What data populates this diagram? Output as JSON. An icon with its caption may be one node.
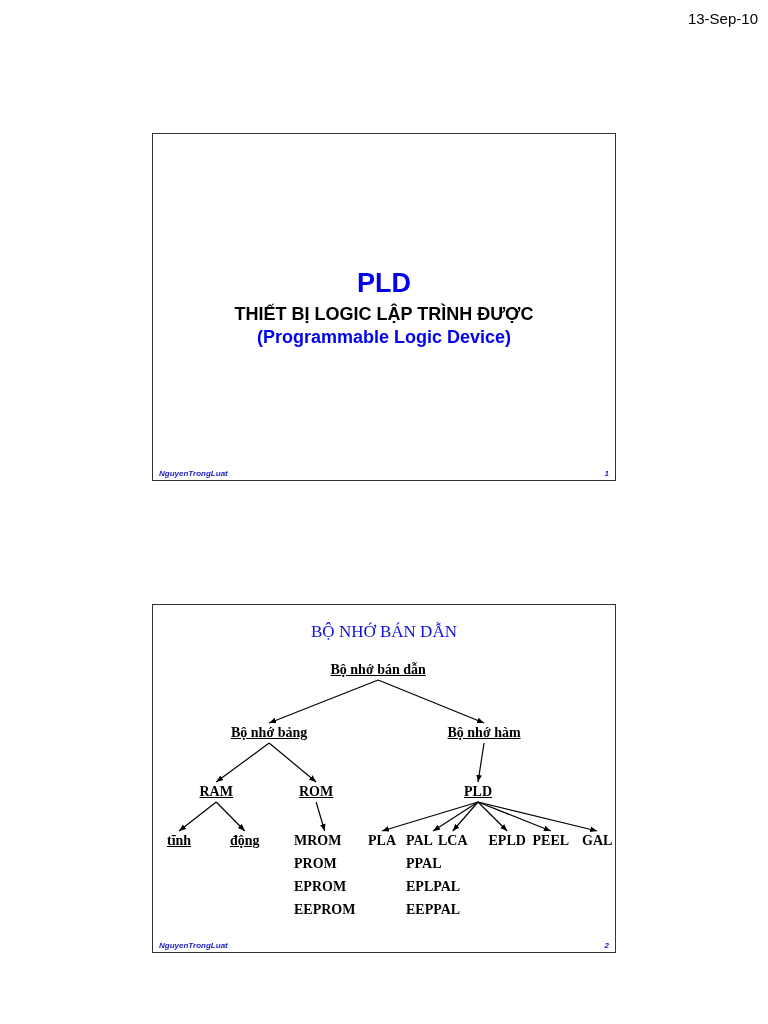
{
  "diagram": {
    "nodes": [
      {
        "text": [
          "PLD",
          "THIẾT BỊ LOGIC LẬP TRÌNH ĐƯỢC",
          "(Programmable Logic Device)",
          "NguyenTrongLuat",
          "1"
        ]
      },
      {
        "text": [
          "BỘ NHỚ BÁN DẪN",
          "NguyenTrongLuat",
          "2"
        ]
      },
      {
        "text": [
          "Bộ nhớ bán dẫn"
        ],
        "in": 1
      },
      {
        "text": [
          "Bộ nhớ bảng"
        ],
        "in": 1
      },
      {
        "text": [
          "Bộ nhớ hàm"
        ],
        "in": 1
      },
      {
        "text": [
          "RAM"
        ],
        "in": 1
      },
      {
        "text": [
          "ROM"
        ],
        "in": 1
      },
      {
        "text": [
          "PLD"
        ],
        "in": 1
      },
      {
        "text": [
          "tĩnh"
        ],
        "in": 1
      },
      {
        "text": [
          "động"
        ],
        "in": 1
      },
      {
        "text": [
          "MROM",
          "PROM",
          "EPROM",
          "EEPROM"
        ],
        "in": 1
      },
      {
        "text": [
          "PLA"
        ],
        "in": 1
      },
      {
        "text": [
          "PAL",
          "PPAL",
          "EPLPAL",
          "EEPPAL"
        ],
        "in": 1
      },
      {
        "text": [
          "LCA"
        ],
        "in": 1
      },
      {
        "text": [
          "EPLD"
        ],
        "in": 1
      },
      {
        "text": [
          "PEEL"
        ],
        "in": 1
      },
      {
        "text": [
          "GAL"
        ],
        "in": 1
      }
    ],
    "edges": [
      {
        "from": 2,
        "to": 3,
        "arrow": "to"
      },
      {
        "from": 2,
        "to": 4,
        "arrow": "to"
      },
      {
        "from": 3,
        "to": 5,
        "arrow": "to"
      },
      {
        "from": 3,
        "to": 6,
        "arrow": "to"
      },
      {
        "from": 4,
        "to": 7,
        "arrow": "to"
      },
      {
        "from": 5,
        "to": 8,
        "arrow": "to"
      },
      {
        "from": 5,
        "to": 9,
        "arrow": "to"
      },
      {
        "from": 6,
        "to": 10,
        "arrow": "to"
      },
      {
        "from": 7,
        "to": 11,
        "arrow": "to"
      },
      {
        "from": 7,
        "to": 12,
        "arrow": "to"
      },
      {
        "from": 7,
        "to": 13,
        "arrow": "to"
      },
      {
        "from": 7,
        "to": 14,
        "arrow": "to"
      },
      {
        "from": 7,
        "to": 15,
        "arrow": "to"
      },
      {
        "from": 7,
        "to": 16,
        "arrow": "to"
      }
    ],
    "labels": [
      "13-Sep-10"
    ]
  }
}
